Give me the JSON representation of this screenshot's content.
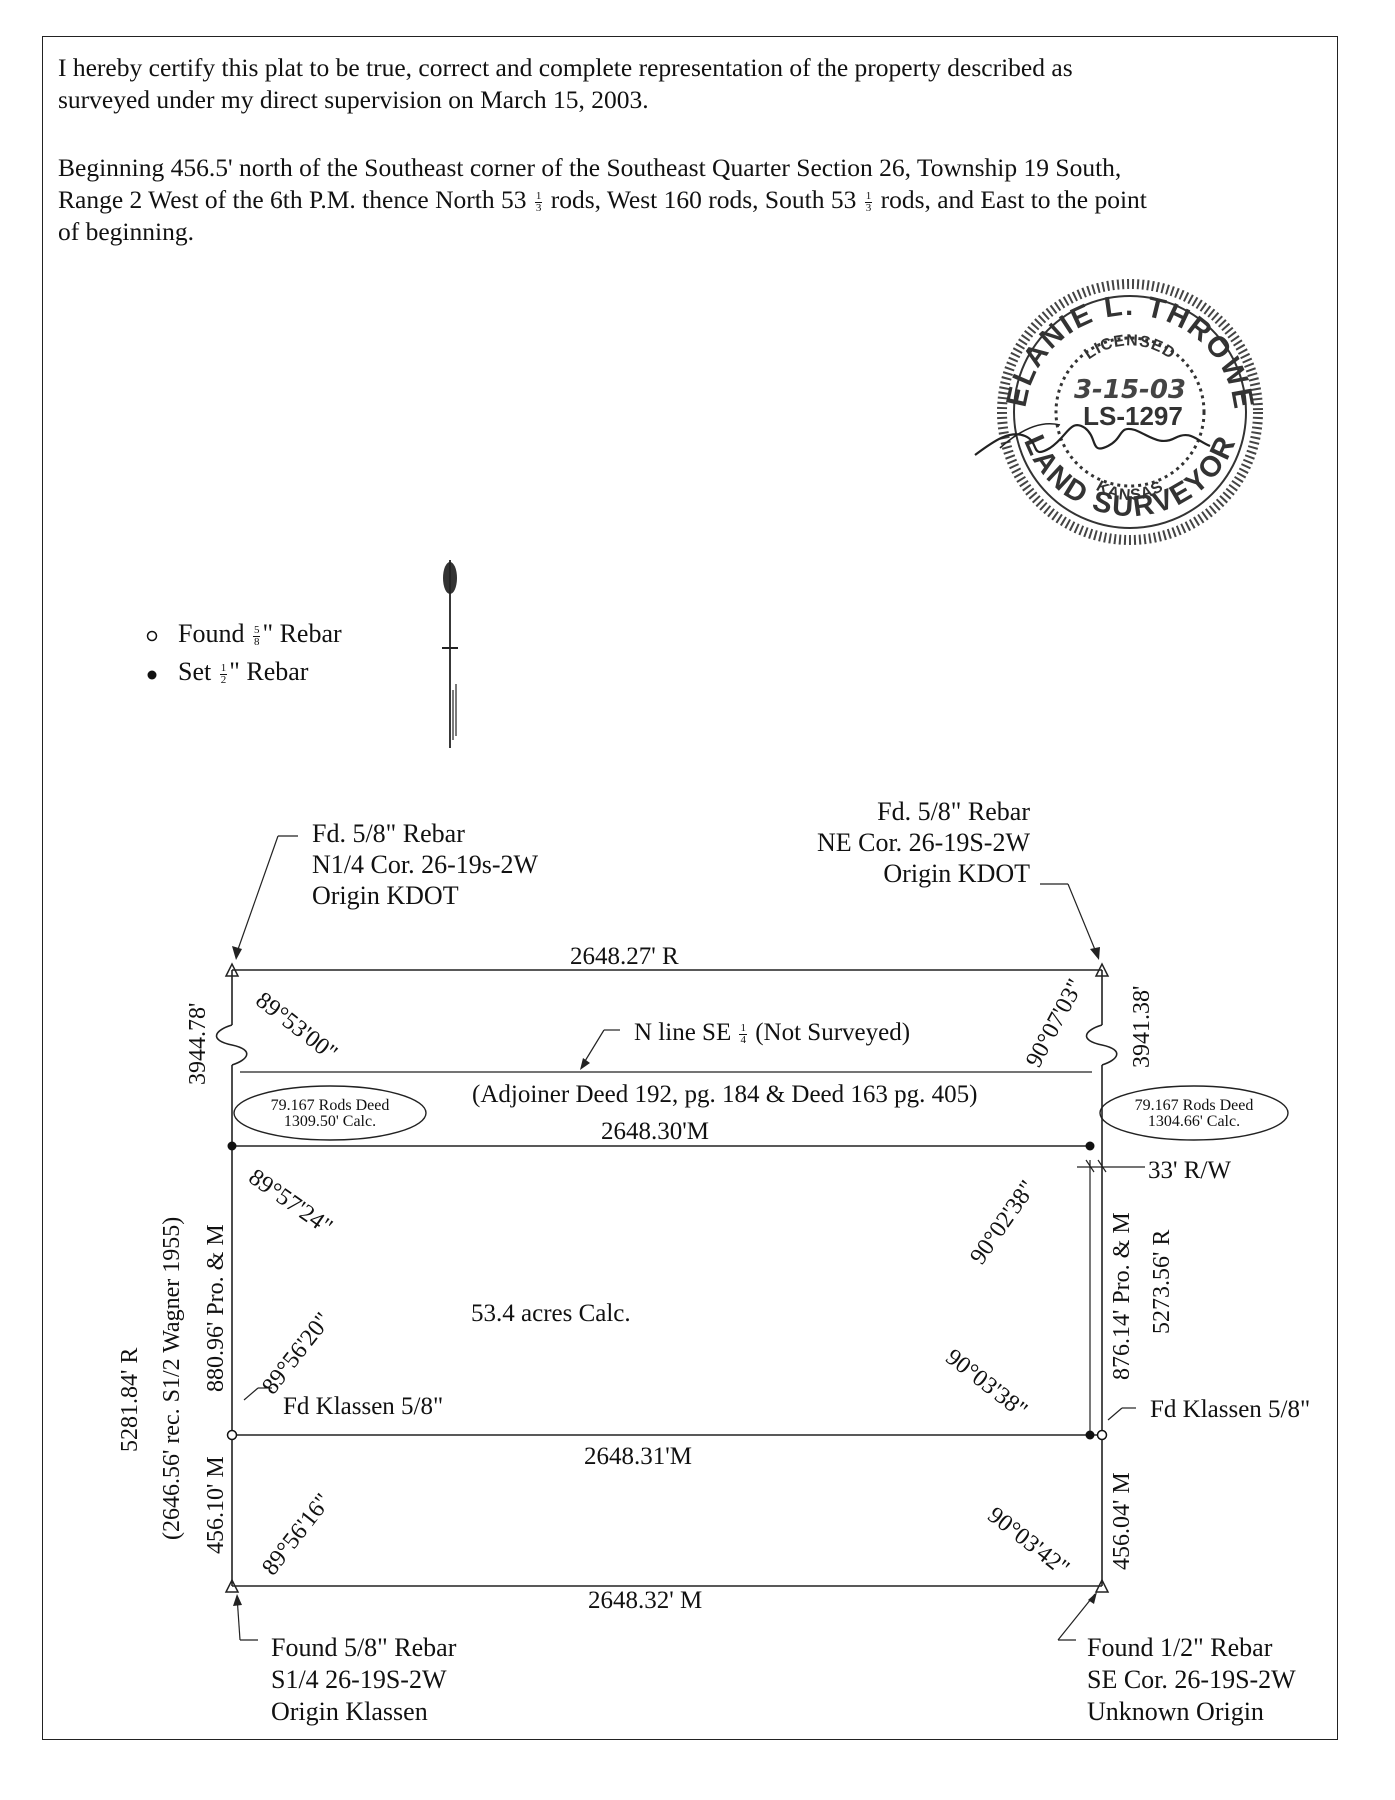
{
  "certification": {
    "line1": "I hereby certify this plat to be true, correct and complete representation of the property described as",
    "line2": "surveyed under my direct supervision on March 15, 2003."
  },
  "description": {
    "line1": "Beginning 456.5' north of the Southeast corner of the Southeast Quarter Section 26, Township 19 South,",
    "line2_a": "Range 2 West of the 6th P.M. thence North 53",
    "line2_b": "rods, West 160 rods, South 53",
    "line2_c": "rods, and East to the point",
    "line3": "of beginning.",
    "frac_num": "1",
    "frac_den": "3"
  },
  "seal": {
    "name": "MELANIE L. THROWER",
    "licensed": "LICENSED",
    "date": "3-15-03",
    "license_no": "LS-1297",
    "state": "KANSAS",
    "title": "LAND SURVEYOR"
  },
  "legend": {
    "found_label_a": "Found",
    "found_frac_num": "5",
    "found_frac_den": "8",
    "found_label_b": "\" Rebar",
    "set_label_a": "Set",
    "set_frac_num": "1",
    "set_frac_den": "2",
    "set_label_b": "\" Rebar"
  },
  "corners": {
    "nw": [
      "Fd. 5/8\" Rebar",
      "N1/4 Cor. 26-19s-2W",
      "Origin KDOT"
    ],
    "ne": [
      "Fd. 5/8\" Rebar",
      "NE Cor. 26-19S-2W",
      "Origin KDOT"
    ],
    "sw": [
      "Found 5/8\" Rebar",
      "S1/4 26-19S-2W",
      "Origin Klassen"
    ],
    "se": [
      "Found 1/2\" Rebar",
      "SE Cor. 26-19S-2W",
      "Unknown Origin"
    ]
  },
  "dimensions": {
    "north_r": "2648.27' R",
    "n_line_a": "N line SE",
    "n_line_frac_num": "1",
    "n_line_frac_den": "4",
    "n_line_b": "(Not Surveyed)",
    "adjoiner": "(Adjoiner Deed 192, pg. 184 & Deed 163 pg. 405)",
    "mid_north_m": "2648.30'M",
    "mid_south_m": "2648.31'M",
    "south_m": "2648.32' M",
    "west_top": "3944.78'",
    "east_top": "3941.38'",
    "west_880": "880.96' Pro. & M",
    "west_456": "456.10' M",
    "west_total": "5281.84' R",
    "west_rec": "(2646.56' rec. S1/2  Wagner 1955)",
    "east_876": "876.14' Pro. & M",
    "east_5273": "5273.56' R",
    "east_456": "456.04' M",
    "rw": "33' R/W",
    "area": "53.4 acres Calc.",
    "klassen_w": "Fd Klassen 5/8\"",
    "klassen_e": "Fd Klassen 5/8\""
  },
  "angles": {
    "a1": "89°53'00\"",
    "a2": "90°07'03\"",
    "a3": "89°57'24\"",
    "a4": "90°02'38\"",
    "a5": "89°56'20\"",
    "a6": "90°03'38\"",
    "a7": "89°56'16\"",
    "a8": "90°03'42\""
  },
  "deed_ovals": {
    "west_1": "79.167 Rods Deed",
    "west_2": "1309.50' Calc.",
    "east_1": "79.167 Rods Deed",
    "east_2": "1304.66' Calc."
  }
}
